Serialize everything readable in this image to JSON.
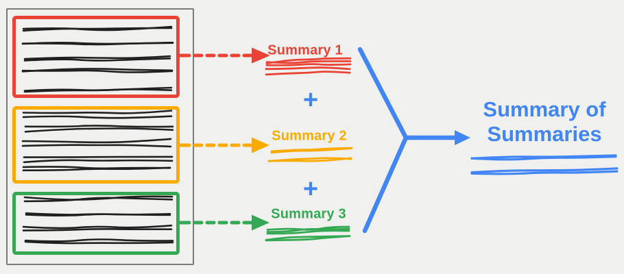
{
  "colors": {
    "bg": "#f0f0ee",
    "doc-border": "#7a7a78",
    "ink": "#202020",
    "red": "#ea4335",
    "orange": "#f9ab00",
    "green": "#34a853",
    "blue": "#4285f4"
  },
  "document": {
    "chunks": [
      {
        "name": "chunk-1",
        "color": "#ea4335",
        "text_line_count": 5
      },
      {
        "name": "chunk-2",
        "color": "#f9ab00",
        "text_line_count": 5
      },
      {
        "name": "chunk-3",
        "color": "#34a853",
        "text_line_count": 4
      }
    ]
  },
  "summaries": [
    {
      "label": "Summary 1",
      "color": "#ea4335"
    },
    {
      "label": "Summary 2",
      "color": "#f9ab00"
    },
    {
      "label": "Summary 3",
      "color": "#34a853"
    }
  ],
  "plus_sign": "+",
  "result": {
    "label": "Summary of Summaries",
    "color": "#4285f4"
  }
}
